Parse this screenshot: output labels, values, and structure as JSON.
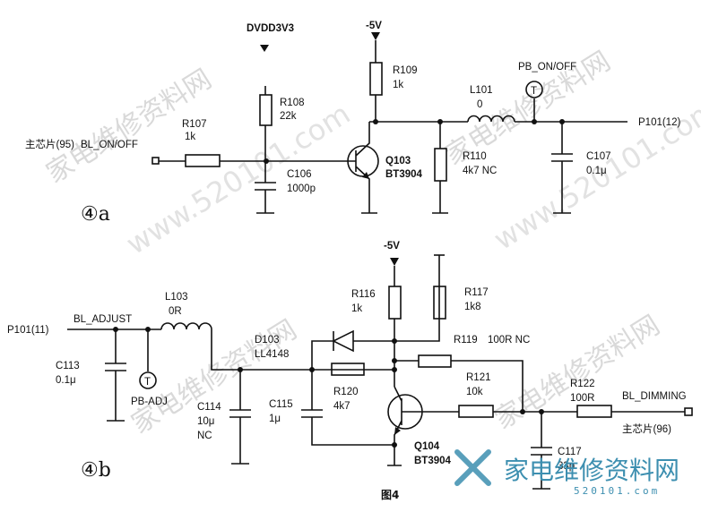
{
  "watermark": {
    "text": "家电维修资料网",
    "url": "www.520101.com"
  },
  "brand": {
    "text": "家电维修资料网",
    "sub": "520101.com"
  },
  "caption": "图4",
  "circuit_a": {
    "marker": "④a",
    "input": {
      "chip": "主芯片(95)",
      "signal": "BL_ON/OFF"
    },
    "rails": {
      "dvdd": "DVDD3V3",
      "minus5v": "-5V"
    },
    "parts": {
      "r107": {
        "ref": "R107",
        "val": "1k"
      },
      "r108": {
        "ref": "R108",
        "val": "22k"
      },
      "c106": {
        "ref": "C106",
        "val": "1000p"
      },
      "q103": {
        "ref": "Q103",
        "val": "BT3904"
      },
      "r109": {
        "ref": "R109",
        "val": "1k"
      },
      "r110": {
        "ref": "R110",
        "val": "4k7 NC"
      },
      "l101": {
        "ref": "L101",
        "val": "0"
      },
      "c107": {
        "ref": "C107",
        "val": "0.1μ"
      }
    },
    "testpoint": "PB_ON/OFF",
    "testpoint_symbol": "T",
    "output": "P101(12)"
  },
  "circuit_b": {
    "marker": "④b",
    "input": {
      "conn": "P101(11)",
      "signal": "BL_ADJUST"
    },
    "rails": {
      "minus5v": "-5V"
    },
    "parts": {
      "c113": {
        "ref": "C113",
        "val": "0.1μ"
      },
      "l103": {
        "ref": "L103",
        "val": "0R"
      },
      "d103": {
        "ref": "D103",
        "val": "LL4148"
      },
      "c114": {
        "ref": "C114",
        "val": "10μ",
        "note": "NC"
      },
      "c115": {
        "ref": "C115",
        "val": "1μ"
      },
      "r116": {
        "ref": "R116",
        "val": "1k"
      },
      "r117": {
        "ref": "R117",
        "val": "1k8"
      },
      "r119": {
        "ref": "R119",
        "val": "100R NC"
      },
      "r120": {
        "ref": "R120",
        "val": "4k7"
      },
      "r121": {
        "ref": "R121",
        "val": "10k"
      },
      "r122": {
        "ref": "R122",
        "val": "100R"
      },
      "q104": {
        "ref": "Q104",
        "val": "BT3904"
      },
      "c117": {
        "ref": "C117",
        "val": "33p"
      }
    },
    "testpoint": "PB-ADJ",
    "testpoint_symbol": "T",
    "output": {
      "signal": "BL_DIMMING",
      "chip": "主芯片(96)"
    }
  }
}
